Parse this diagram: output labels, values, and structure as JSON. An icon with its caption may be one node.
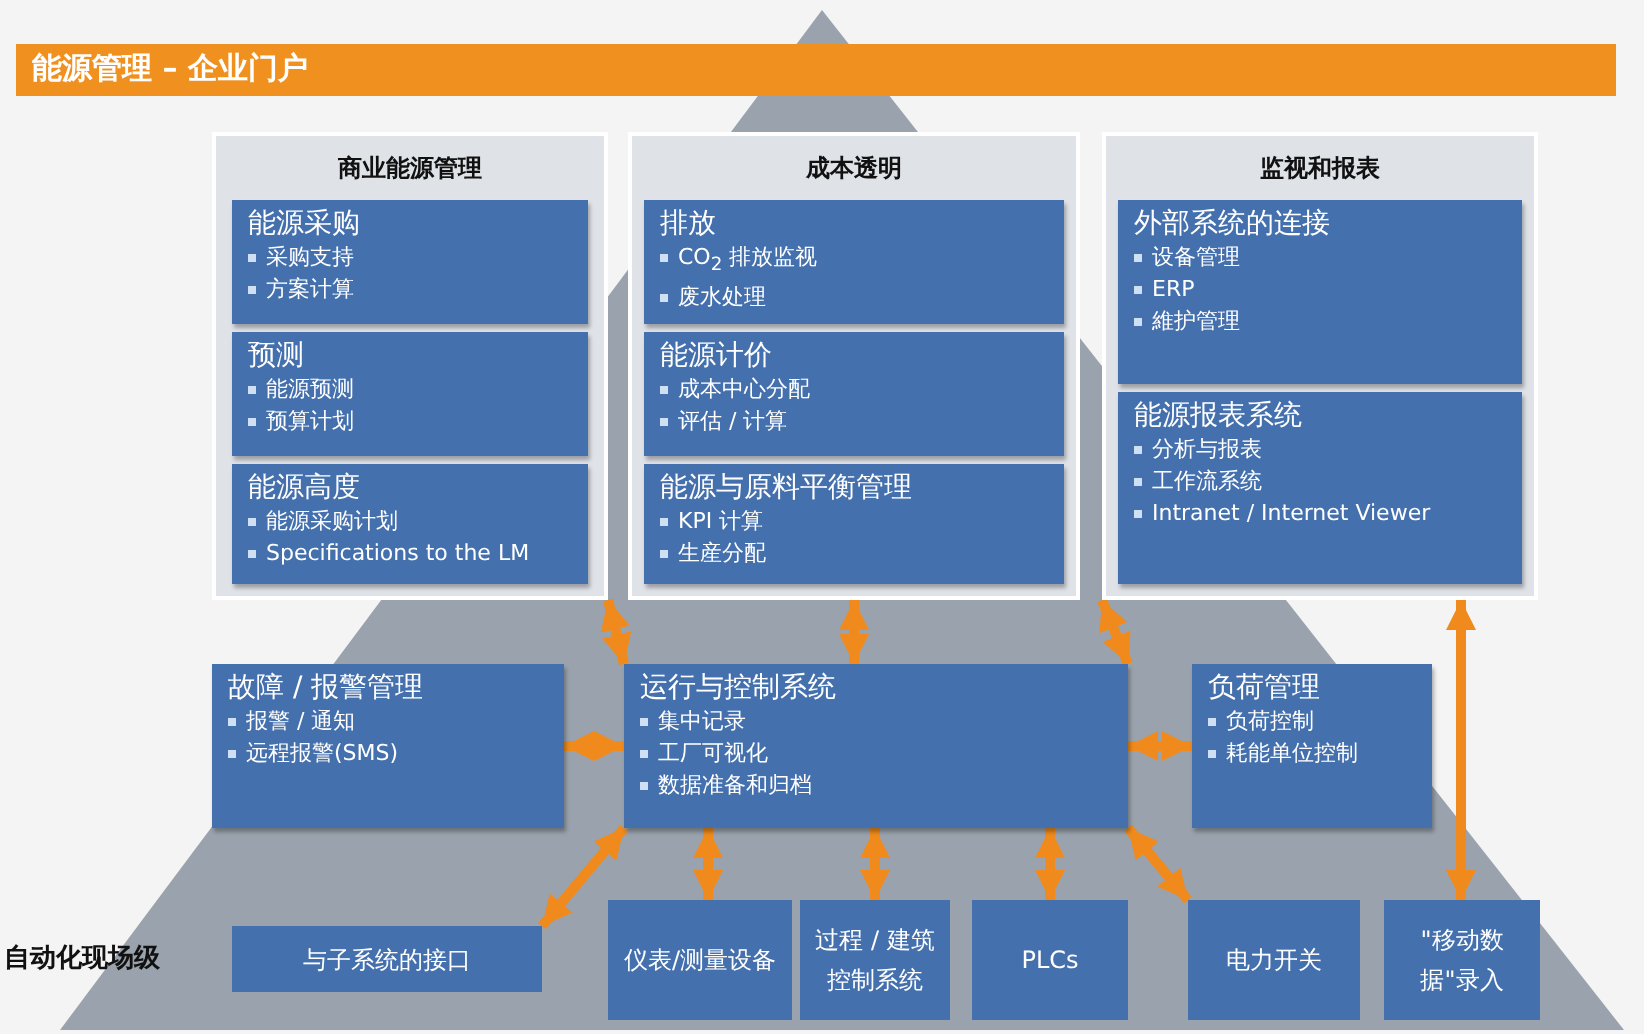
{
  "diagram": {
    "nodes": [
      {
        "text": [
          "能源管理 – 企业门户"
        ]
      },
      {
        "text": [
          "商业能源管理"
        ]
      },
      {
        "text": [
          "能源采购",
          "采购支持",
          "方案计算"
        ],
        "in": 1
      },
      {
        "text": [
          "预测",
          "能源预测",
          "预算计划"
        ],
        "in": 1
      },
      {
        "text": [
          "能源高度",
          "能源采购计划",
          "Specifications to the LM"
        ],
        "in": 1
      },
      {
        "text": [
          "成本透明"
        ]
      },
      {
        "text": [
          "排放",
          "CO$_{2}$ 排放监视",
          "废水处理"
        ],
        "in": 5
      },
      {
        "text": [
          "能源计价",
          "成本中心分配",
          "评估 / 计算"
        ],
        "in": 5
      },
      {
        "text": [
          "能源与原料平衡管理",
          "KPI 计算",
          "生産分配"
        ],
        "in": 5
      },
      {
        "text": [
          "监视和报表"
        ]
      },
      {
        "text": [
          "外部系统的连接",
          "设备管理",
          "ERP",
          "維护管理"
        ],
        "in": 9
      },
      {
        "text": [
          "能源报表系统",
          "分析与报表",
          "工作流系统",
          "Intranet / Internet Viewer"
        ],
        "in": 9
      },
      {
        "text": [
          "故障 / 报警管理",
          "报警 / 通知",
          "远程报警(SMS)"
        ]
      },
      {
        "text": [
          "运行与控制系统",
          "集中记录",
          "工厂可视化",
          "数据准备和归档"
        ]
      },
      {
        "text": [
          "负荷管理",
          "负荷控制",
          "耗能单位控制"
        ]
      },
      {
        "text": [
          "与子系统的接口"
        ]
      },
      {
        "text": [
          "仪表/测量设备"
        ]
      },
      {
        "text": [
          "过程 / 建筑控制系统"
        ]
      },
      {
        "text": [
          "PLCs"
        ]
      },
      {
        "text": [
          "电力开关"
        ]
      },
      {
        "text": [
          "\"移动数据\"录入"
        ]
      }
    ],
    "edges": [
      {
        "from": 1,
        "to": 13,
        "arrow": "both"
      },
      {
        "from": 5,
        "to": 13,
        "arrow": "both"
      },
      {
        "from": 9,
        "to": 13,
        "arrow": "both"
      },
      {
        "from": 12,
        "to": 13,
        "arrow": "both"
      },
      {
        "from": 13,
        "to": 14,
        "arrow": "both"
      },
      {
        "from": 9,
        "to": 20,
        "arrow": "both"
      },
      {
        "from": 13,
        "to": 15,
        "arrow": "both"
      },
      {
        "from": 13,
        "to": 16,
        "arrow": "both"
      },
      {
        "from": 13,
        "to": 17,
        "arrow": "both"
      },
      {
        "from": 13,
        "to": 18,
        "arrow": "both"
      },
      {
        "from": 13,
        "to": 19,
        "arrow": "both"
      }
    ],
    "labels": [
      "自动化现场级"
    ]
  }
}
